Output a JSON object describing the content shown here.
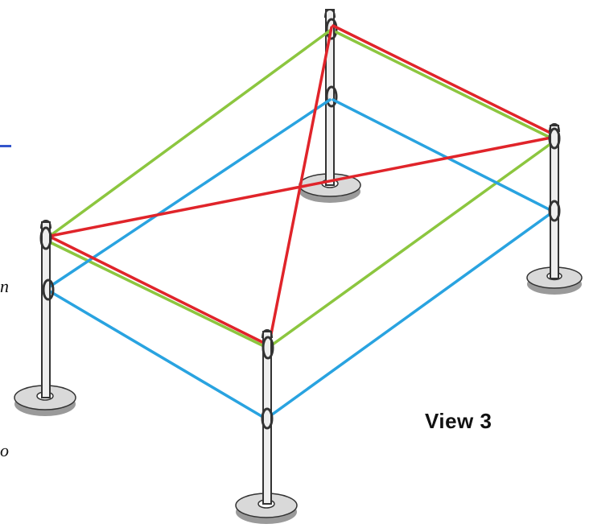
{
  "figure": {
    "view_label": "View 3",
    "edge_fragment_1": "n",
    "edge_fragment_2": "o"
  },
  "colors": {
    "red": "#e0242a",
    "green": "#8cc63f",
    "blue": "#29a3e0",
    "post": "#333333",
    "base": "#d9d9d9"
  },
  "posts": [
    {
      "id": "left"
    },
    {
      "id": "front"
    },
    {
      "id": "back"
    },
    {
      "id": "right"
    }
  ],
  "ropes": [
    {
      "id": "green-top-left-back",
      "color": "green"
    },
    {
      "id": "green-top-back-right",
      "color": "green"
    },
    {
      "id": "green-top-left-front",
      "color": "green"
    },
    {
      "id": "green-top-front-right",
      "color": "green"
    },
    {
      "id": "red-top-left-front",
      "color": "red"
    },
    {
      "id": "red-top-back-right",
      "color": "red"
    },
    {
      "id": "red-diagonal-left-right",
      "color": "red"
    },
    {
      "id": "red-diagonal-back-front",
      "color": "red"
    },
    {
      "id": "blue-low-left-back",
      "color": "blue"
    },
    {
      "id": "blue-low-back-right",
      "color": "blue"
    },
    {
      "id": "blue-low-left-front",
      "color": "blue"
    },
    {
      "id": "blue-low-front-right",
      "color": "blue"
    }
  ]
}
